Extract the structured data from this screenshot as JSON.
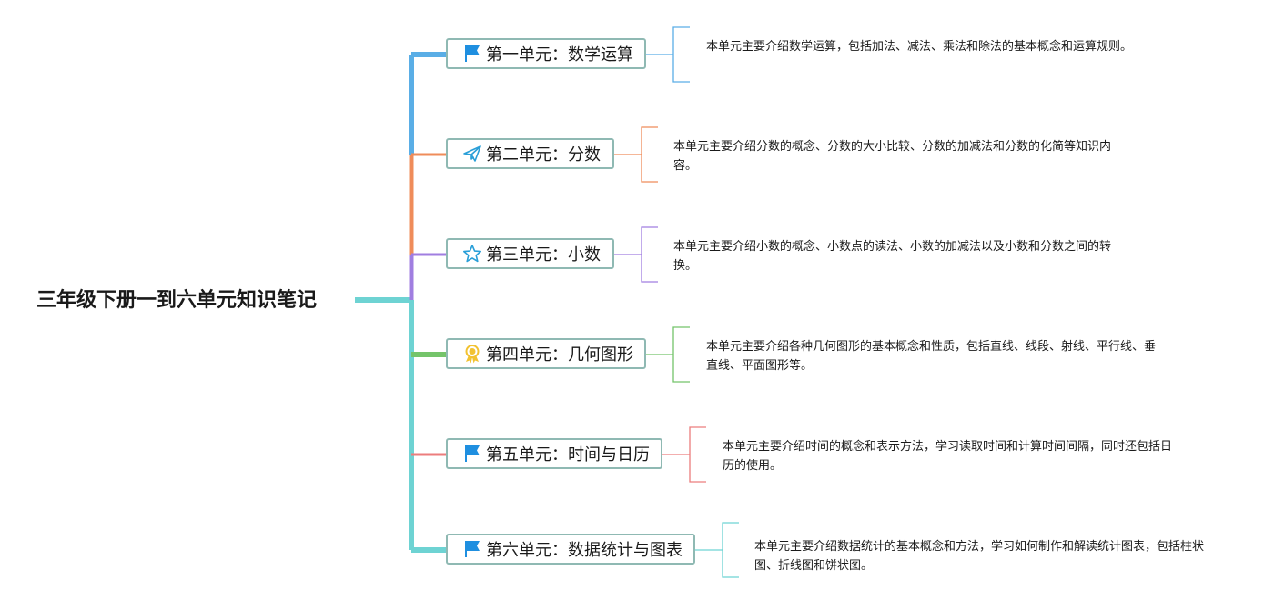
{
  "root": {
    "title": "三年级下册一到六单元知识笔记"
  },
  "units": [
    {
      "title": "第一单元：数学运算",
      "icon": "blue-flag-icon",
      "color": "#5aaee6",
      "description": "本单元主要介绍数学运算，包括加法、减法、乘法和除法的基本概念和运算规则。"
    },
    {
      "title": "第二单元：分数",
      "icon": "paper-plane-icon",
      "color": "#ef8c5a",
      "description": "本单元主要介绍分数的概念、分数的大小比较、分数的加减法和分数的化简等知识内容。"
    },
    {
      "title": "第三单元：小数",
      "icon": "star-icon",
      "color": "#a07ee0",
      "description": "本单元主要介绍小数的概念、小数点的读法、小数的加减法以及小数和分数之间的转换。"
    },
    {
      "title": "第四单元：几何图形",
      "icon": "award-medal-icon",
      "color": "#74c46a",
      "description": "本单元主要介绍各种几何图形的基本概念和性质，包括直线、线段、射线、平行线、垂直线、平面图形等。"
    },
    {
      "title": "第五单元：时间与日历",
      "icon": "blue-flag-icon",
      "color": "#ec7d7d",
      "description": "本单元主要介绍时间的概念和表示方法，学习读取时间和计算时间间隔，同时还包括日历的使用。"
    },
    {
      "title": "第六单元：数据统计与图表",
      "icon": "blue-flag-icon",
      "color": "#6ed3d3",
      "description": "本单元主要介绍数据统计的基本概念和方法，学习如何制作和解读统计图表，包括柱状图、折线图和饼状图。"
    }
  ],
  "colors": {
    "trunk": "#6ed3d3",
    "topic_border": "#8fb9b3",
    "flag_blue": "#1f8fe0",
    "plane_blue": "#2a9fd8",
    "star_blue": "#2a9fd8",
    "medal_gold": "#f2c230"
  }
}
